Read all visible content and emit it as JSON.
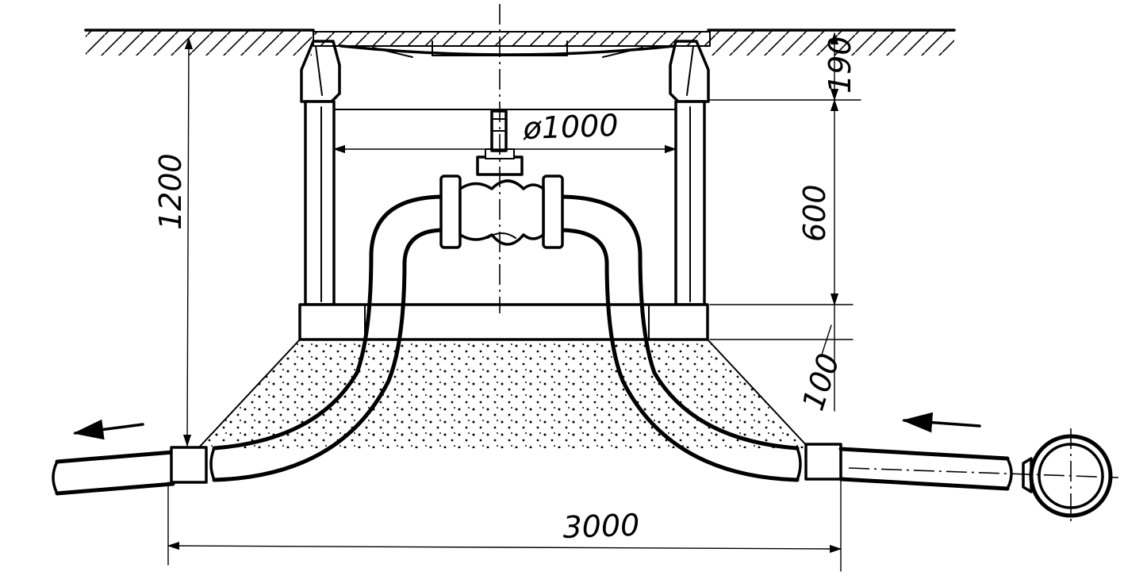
{
  "dimensions": {
    "shaft_diameter": "ø1000",
    "depth_total": "1200",
    "cover_height": "190",
    "shaft_height": "600",
    "base_thickness": "100",
    "trench_length": "3000"
  },
  "colors": {
    "ink": "#000000",
    "paper": "#ffffff"
  }
}
